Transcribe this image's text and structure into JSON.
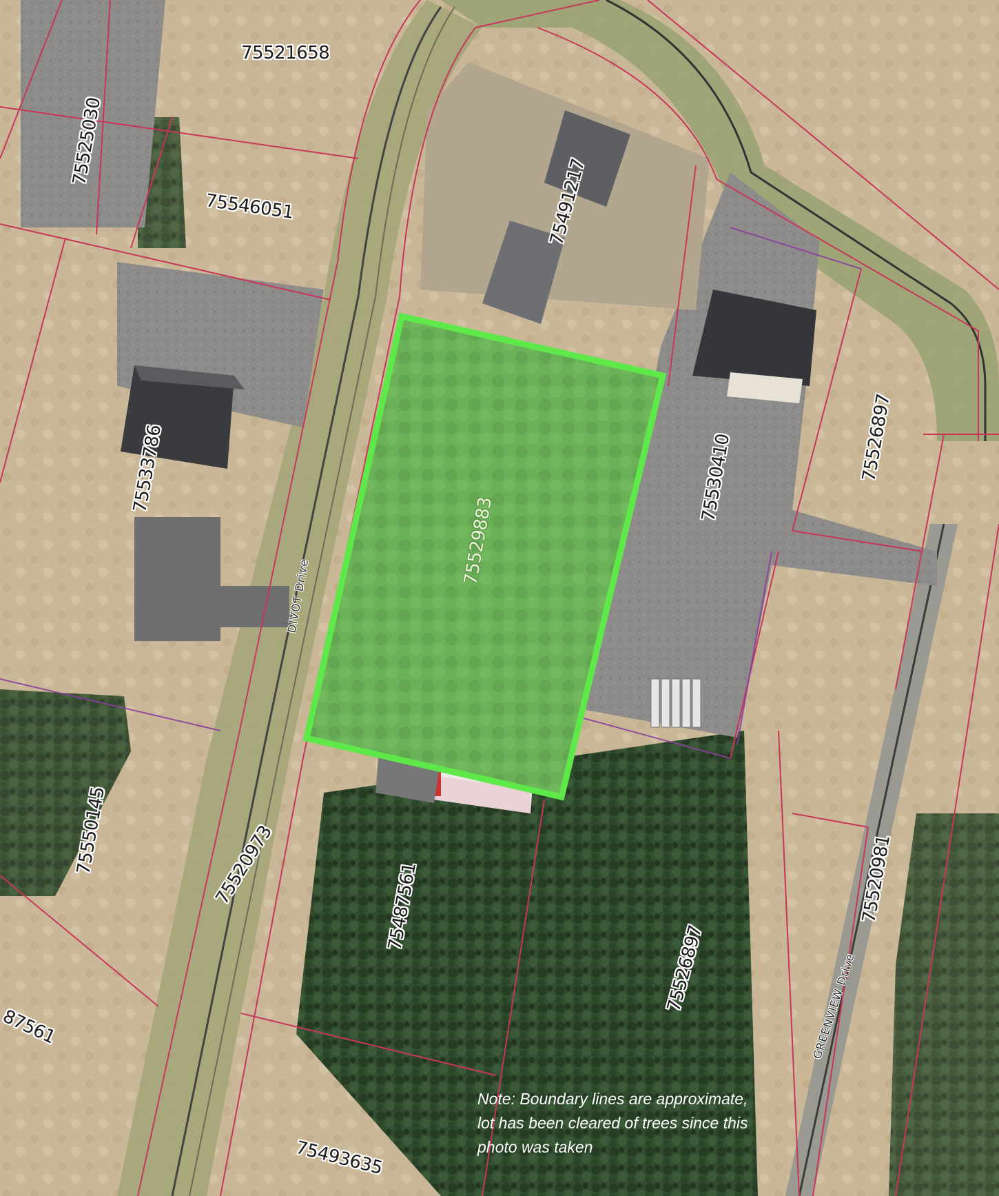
{
  "parcels": [
    {
      "id": "75521658"
    },
    {
      "id": "75525030"
    },
    {
      "id": "75546051"
    },
    {
      "id": "75491217"
    },
    {
      "id": "75533786"
    },
    {
      "id": "75529883"
    },
    {
      "id": "75530410"
    },
    {
      "id": "75526897"
    },
    {
      "id": "75550145"
    },
    {
      "id": "75520973"
    },
    {
      "id": "75487561"
    },
    {
      "id": "75526897"
    },
    {
      "id": "75520981"
    },
    {
      "id": "87561"
    },
    {
      "id": "75493635"
    }
  ],
  "streets": {
    "divot": "DIVOT Drive",
    "greenview": "GREENVIEW Drive"
  },
  "note": "Note: Boundary lines are approximate, lot has been cleared of trees since this photo was taken",
  "colors": {
    "highlight_border": "#5ee84a",
    "highlight_fill": "#8fe07a",
    "parcel_line": "#c7375a",
    "ground": "#c9b797",
    "forest": "#2f4a2c"
  }
}
